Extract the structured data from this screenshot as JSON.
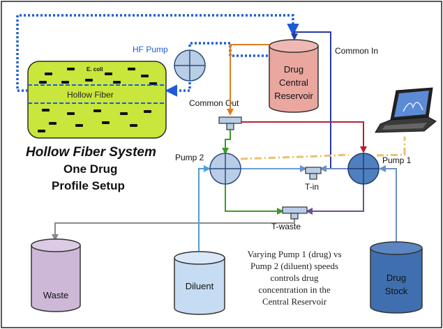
{
  "system": {
    "title": "Hollow Fiber System",
    "subtitle_line1": "One Drug",
    "subtitle_line2": "Profile Setup",
    "ecoli_label": "E. coli",
    "fiber_label": "Hollow Fiber"
  },
  "components": {
    "hf_pump": "HF Pump",
    "reservoir_line1": "Drug",
    "reservoir_line2": "Central",
    "reservoir_line3": "Reservoir",
    "common_in": "Common In",
    "common_out": "Common Out",
    "pump1": "Pump 1",
    "pump2": "Pump 2",
    "t_in": "T-in",
    "t_waste": "T-waste",
    "waste": "Waste",
    "diluent": "Diluent",
    "drug_stock_line1": "Drug",
    "drug_stock_line2": "Stock"
  },
  "caption": {
    "line1": "Varying Pump 1 (drug) vs",
    "line2": "Pump 2 (diluent) speeds",
    "line3": "controls drug",
    "line4": "concentration in the",
    "line5": "Central Reservoir"
  },
  "colors": {
    "hf_box": "#c8e63c",
    "reservoir": "#e9a7a0",
    "pump": "#b9cde6",
    "pump1": "#4f7fbf",
    "waste": "#cdb8d8",
    "diluent": "#c6dcf2",
    "drug_stock": "#3f6fae",
    "dotted_blue": "#1e5bd8",
    "orange": "#e07b20",
    "red": "#b22234",
    "green": "#3e9a2a",
    "purple": "#6a4f9a",
    "gold": "#e8c26a"
  }
}
